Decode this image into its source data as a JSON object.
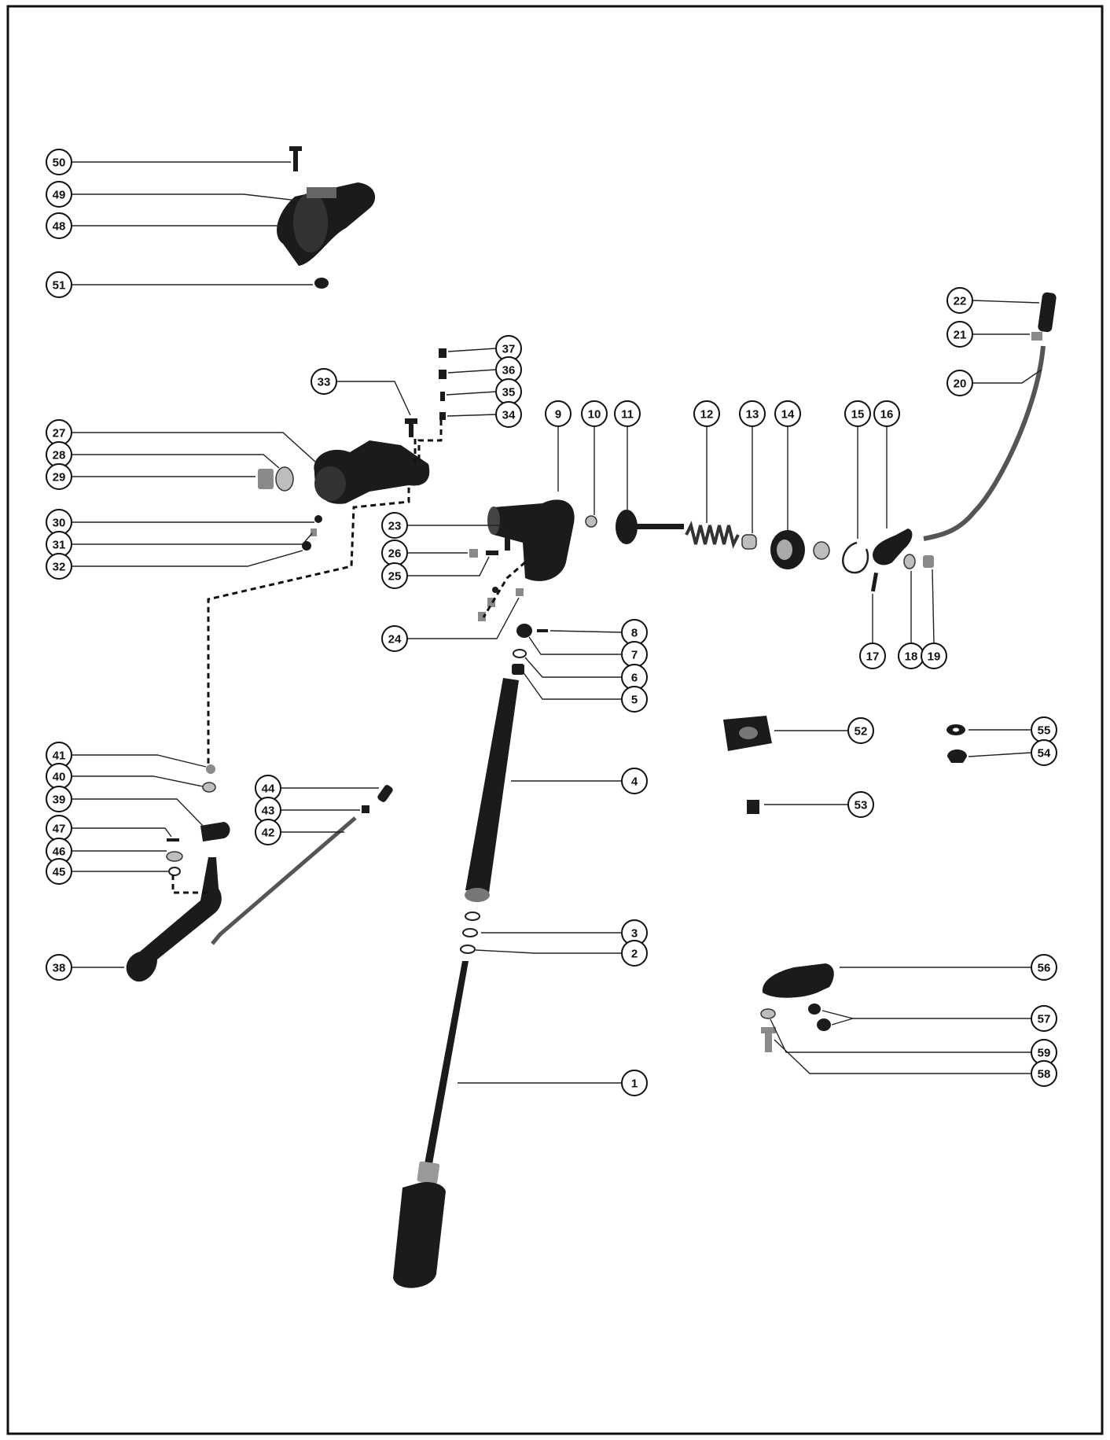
{
  "callouts": {
    "c1": "1",
    "c2": "2",
    "c3": "3",
    "c4": "4",
    "c5": "5",
    "c6": "6",
    "c7": "7",
    "c8": "8",
    "c9": "9",
    "c10": "10",
    "c11": "11",
    "c12": "12",
    "c13": "13",
    "c14": "14",
    "c15": "15",
    "c16": "16",
    "c17": "17",
    "c18": "18",
    "c19": "19",
    "c20": "20",
    "c21": "21",
    "c22": "22",
    "c23": "23",
    "c24": "24",
    "c25": "25",
    "c26": "26",
    "c27": "27",
    "c28": "28",
    "c29": "29",
    "c30": "30",
    "c31": "31",
    "c32": "32",
    "c33": "33",
    "c34": "34",
    "c35": "35",
    "c36": "36",
    "c37": "37",
    "c38": "38",
    "c39": "39",
    "c40": "40",
    "c41": "41",
    "c42": "42",
    "c43": "43",
    "c44": "44",
    "c45": "45",
    "c46": "46",
    "c47": "47",
    "c48": "48",
    "c49": "49",
    "c50": "50",
    "c51": "51",
    "c52": "52",
    "c53": "53",
    "c54": "54",
    "c55": "55",
    "c56": "56",
    "c57": "57",
    "c58": "58",
    "c59": "59"
  },
  "colors": {
    "ink": "#111111",
    "part": "#1b1b1b",
    "metal": "#8a8a8a",
    "paper": "#ffffff"
  }
}
